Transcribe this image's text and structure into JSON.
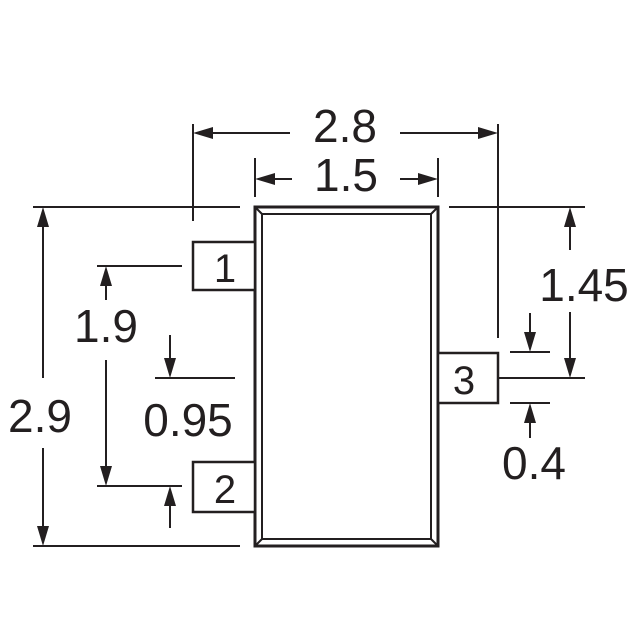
{
  "package": {
    "pins": [
      {
        "label": "1"
      },
      {
        "label": "2"
      },
      {
        "label": "3"
      }
    ]
  },
  "dimensions": {
    "overall_width": "2.8",
    "body_width": "1.5",
    "overall_height": "2.9",
    "pin_pitch_outer": "1.9",
    "pin_pitch_half": "0.95",
    "pin3_offset": "1.45",
    "pin_width": "0.4"
  },
  "colors": {
    "line": "#231f20",
    "background": "#ffffff"
  }
}
